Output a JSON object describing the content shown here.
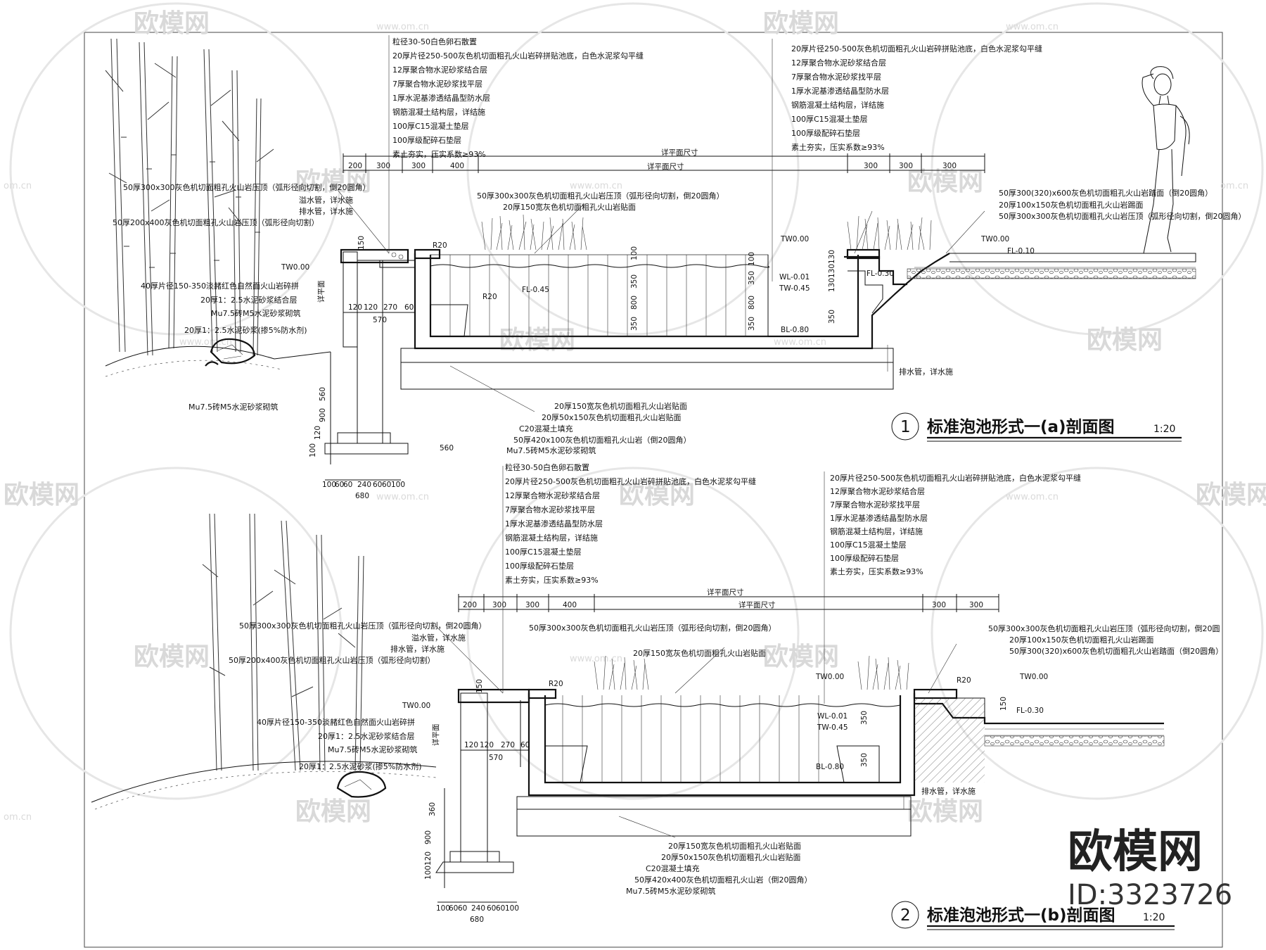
{
  "watermark": {
    "brand": "欧模网",
    "site": "www.om.cn",
    "site_short": "om.cn"
  },
  "stamp": {
    "brand": "欧模网",
    "id": "ID:3323726"
  },
  "section1": {
    "number": "1",
    "title": "标准泡池形式一(a)剖面图",
    "scale": "1:20",
    "notes_top_left": [
      "粒径30-50白色卵石散置",
      "20厚片径250-500灰色机切面粗孔火山岩碎拼贴池底，白色水泥浆勾平缝",
      "12厚聚合物水泥砂浆结合层",
      "7厚聚合物水泥砂浆找平层",
      "1厚水泥基渗透结晶型防水层",
      "钢筋混凝土结构层，详结施",
      "100厚C15混凝土垫层",
      "100厚级配碎石垫层",
      "素土夯实，压实系数≥93%"
    ],
    "notes_top_right": [
      "20厚片径250-500灰色机切面粗孔火山岩碎拼贴池底，白色水泥浆勾平缝",
      "12厚聚合物水泥砂浆结合层",
      "7厚聚合物水泥砂浆找平层",
      "1厚水泥基渗透结晶型防水层",
      "钢筋混凝土结构层，详结施",
      "100厚C15混凝土垫层",
      "100厚级配碎石垫层",
      "素土夯实，压实系数≥93%"
    ],
    "notes_left": [
      "50厚300x300灰色机切面粗孔火山岩压顶（弧形径向切割，倒20圆角）",
      "溢水管，详水施",
      "排水管，详水施",
      "50厚200x400灰色机切面粗孔火山岩压顶（弧形径向切割）",
      "40厚片径150-350淡赭红色自然面火山岩碎拼",
      "20厚1：2.5水泥砂浆结合层",
      "Mu7.5砖M5水泥砂浆砌筑",
      "20厚1：2.5水泥砂浆(掺5%防水剂)"
    ],
    "notes_mid": [
      "50厚300x300灰色机切面粗孔火山岩压顶（弧形径向切割，倒20圆角）",
      "20厚150宽灰色机切面粗孔火山岩贴面"
    ],
    "notes_right": [
      "50厚300(320)x600灰色机切面粗孔火山岩踏面（倒20圆角）",
      "20厚100x150灰色机切面粗孔火山岩踢面",
      "50厚300x300灰色机切面粗孔火山岩压顶（弧形径向切割，倒20圆角）"
    ],
    "notes_bottom": [
      "20厚150宽灰色机切面粗孔火山岩贴面",
      "20厚50x150灰色机切面粗孔火山岩贴面",
      "C20混凝土填充",
      "50厚420x100灰色机切面粗孔火山岩（倒20圆角）",
      "Mu7.5砖M5水泥砂浆砌筑"
    ],
    "foundation_note": "Mu7.5砖M5水泥砂浆砌筑",
    "drain_note": "排水管，详水施",
    "dims_top_label1": "详平面尺寸",
    "dims_top_label2": "详平面尺寸",
    "dims_top": [
      "200",
      "300",
      "300",
      "400",
      "300",
      "300",
      "300"
    ],
    "dims_wall": [
      "120",
      "120",
      "270",
      "60"
    ],
    "dim_570": "570",
    "dims_vert": [
      "100",
      "350",
      "800",
      "350"
    ],
    "dims_vert_right": [
      "100",
      "350",
      "800",
      "130",
      "130",
      "130",
      "350"
    ],
    "dims_wall_vert": [
      "560",
      "900",
      "120",
      "100"
    ],
    "dim_150": "150",
    "dims_bottom": [
      "100",
      "60",
      "60",
      "240",
      "60",
      "60",
      "100"
    ],
    "dim_680": "680",
    "tw": "TW0.00",
    "wl": "WL-0.01",
    "tw2": "TW-0.45",
    "fl1": "FL-0.45",
    "bl": "BL-0.80",
    "fl2": "FL-0.30",
    "fl3": "FL-0.10",
    "r20": "R20",
    "detail": "详平面"
  },
  "section2": {
    "number": "2",
    "title": "标准泡池形式一(b)剖面图",
    "scale": "1:20",
    "notes_top_left": [
      "粒径30-50白色卵石散置",
      "20厚片径250-500灰色机切面粗孔火山岩碎拼贴池底，白色水泥浆勾平缝",
      "12厚聚合物水泥砂浆结合层",
      "7厚聚合物水泥砂浆找平层",
      "1厚水泥基渗透结晶型防水层",
      "钢筋混凝土结构层，详结施",
      "100厚C15混凝土垫层",
      "100厚级配碎石垫层",
      "素土夯实，压实系数≥93%"
    ],
    "notes_top_right": [
      "20厚片径250-500灰色机切面粗孔火山岩碎拼贴池底，白色水泥浆勾平缝",
      "12厚聚合物水泥砂浆结合层",
      "7厚聚合物水泥砂浆找平层",
      "1厚水泥基渗透结晶型防水层",
      "钢筋混凝土结构层，详结施",
      "100厚C15混凝土垫层",
      "100厚级配碎石垫层",
      "素土夯实，压实系数≥93%"
    ],
    "notes_left": [
      "50厚300x300灰色机切面粗孔火山岩压顶（弧形径向切割，倒20圆角）",
      "溢水管，详水施",
      "排水管，详水施",
      "50厚200x400灰色机切面粗孔火山岩压顶（弧形径向切割）",
      "40厚片径150-350淡赭红色自然面火山岩碎拼",
      "20厚1：2.5水泥砂浆结合层",
      "Mu7.5砖M5水泥砂浆砌筑",
      "20厚1：2.5水泥砂浆(掺5%防水剂)"
    ],
    "notes_mid": [
      "50厚300x300灰色机切面粗孔火山岩压顶（弧形径向切割，倒20圆角）",
      "20厚150宽灰色机切面粗孔火山岩贴面"
    ],
    "notes_right": [
      "50厚300x300灰色机切面粗孔火山岩压顶（弧形径向切割，倒20圆",
      "20厚100x150灰色机切面粗孔火山岩踢面",
      "50厚300(320)x600灰色机切面粗孔火山岩踏面（倒20圆角）"
    ],
    "notes_bottom": [
      "20厚150宽灰色机切面粗孔火山岩贴面",
      "20厚50x150灰色机切面粗孔火山岩贴面",
      "C20混凝土填充",
      "50厚420x400灰色机切面粗孔火山岩（倒20圆角）",
      "Mu7.5砖M5水泥砂浆砌筑"
    ],
    "drain_note": "排水管，详水施",
    "dims_top_label1": "详平面尺寸",
    "dims_top_label2": "详平面尺寸",
    "dims_top": [
      "200",
      "300",
      "300",
      "400",
      "300",
      "300"
    ],
    "dims_wall": [
      "120",
      "120",
      "270",
      "60"
    ],
    "dim_570": "570",
    "dims_vert": [
      "350",
      "350"
    ],
    "dims_wall_vert": [
      "360",
      "900",
      "120",
      "100"
    ],
    "dim_150": "150",
    "dims_bottom": [
      "100",
      "60",
      "60",
      "240",
      "60",
      "60",
      "100"
    ],
    "dim_680": "680",
    "tw": "TW0.00",
    "wl": "WL-0.01",
    "tw2": "TW-0.45",
    "bl": "BL-0.80",
    "fl2": "FL-0.30",
    "r20": "R20",
    "detail": "详平面"
  }
}
